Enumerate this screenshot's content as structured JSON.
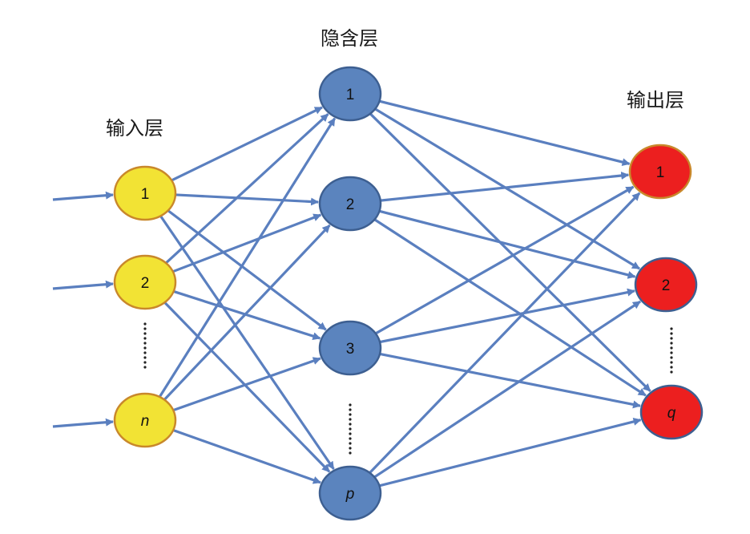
{
  "layers": {
    "input": {
      "title": "输入层",
      "nodes": [
        {
          "label": "1",
          "italic": false
        },
        {
          "label": "2",
          "italic": false
        },
        {
          "label": "n",
          "italic": true
        }
      ],
      "fill": "#f2e334",
      "stroke": "#c9882b",
      "has_external_inputs": true
    },
    "hidden": {
      "title": "隐含层",
      "nodes": [
        {
          "label": "1",
          "italic": false
        },
        {
          "label": "2",
          "italic": false
        },
        {
          "label": "3",
          "italic": false
        },
        {
          "label": "p",
          "italic": true
        }
      ],
      "fill": "#5b84be",
      "stroke": "#3d5f91"
    },
    "output": {
      "title": "输出层",
      "nodes": [
        {
          "label": "1",
          "italic": false
        },
        {
          "label": "2",
          "italic": false
        },
        {
          "label": "q",
          "italic": true
        }
      ],
      "fill": "#ec1f1f",
      "stroke_first": "#c9882b",
      "stroke": "#3d5f91"
    }
  },
  "edge_color": "#5a7fbf",
  "ellipsis_marks": [
    "input",
    "hidden",
    "output"
  ]
}
